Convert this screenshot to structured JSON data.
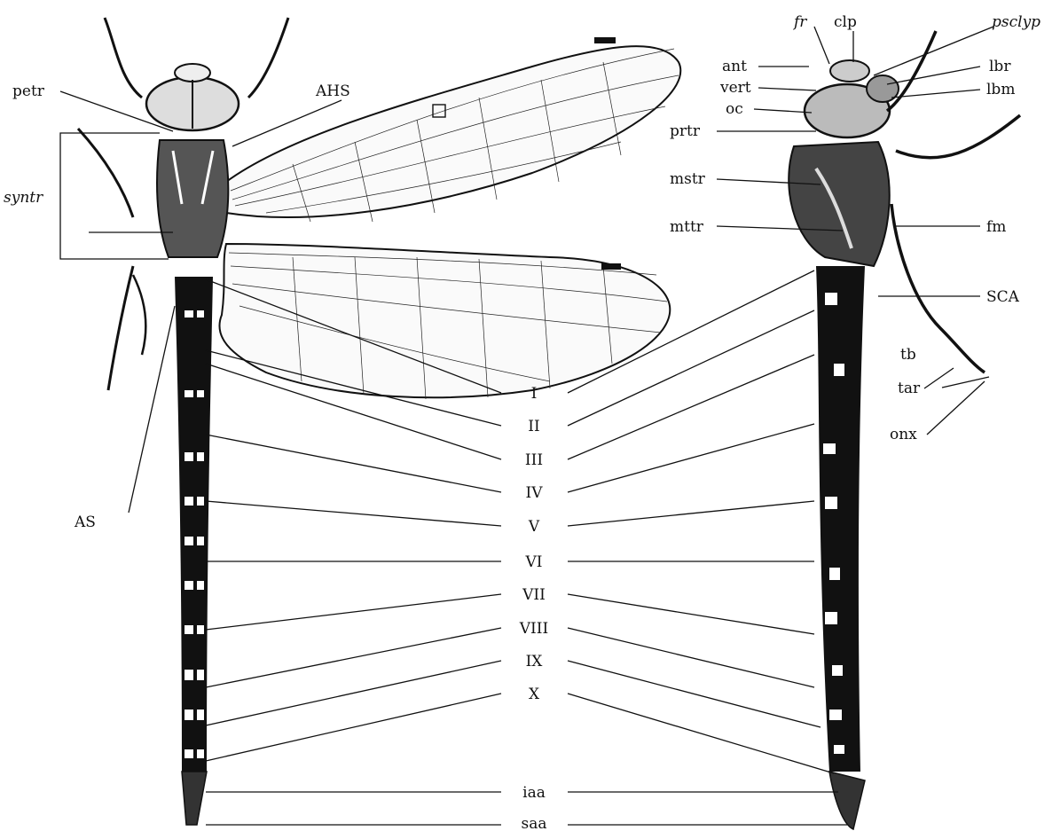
{
  "figure": {
    "background": "#ffffff",
    "ink_color": "#111111",
    "dorsal_view_labels": {
      "petr": "petr",
      "ahs": "AHS",
      "syntr": "syntr",
      "as": "AS"
    },
    "lateral_view_labels": {
      "fr": "fr",
      "clp": "clp",
      "psclyp": "psclyp",
      "ant": "ant",
      "vert": "vert",
      "oc": "oc",
      "lbr": "lbr",
      "lbm": "lbm",
      "prtr": "prtr",
      "mstr": "mstr",
      "mttr": "mttr",
      "fm": "fm",
      "sca": "SCA",
      "tb": "tb",
      "tar": "tar",
      "onx": "onx"
    },
    "segment_labels": [
      "I",
      "II",
      "III",
      "IV",
      "V",
      "VI",
      "VII",
      "VIII",
      "IX",
      "X"
    ],
    "appendage_labels": {
      "iaa": "iaa",
      "saa": "saa"
    }
  }
}
